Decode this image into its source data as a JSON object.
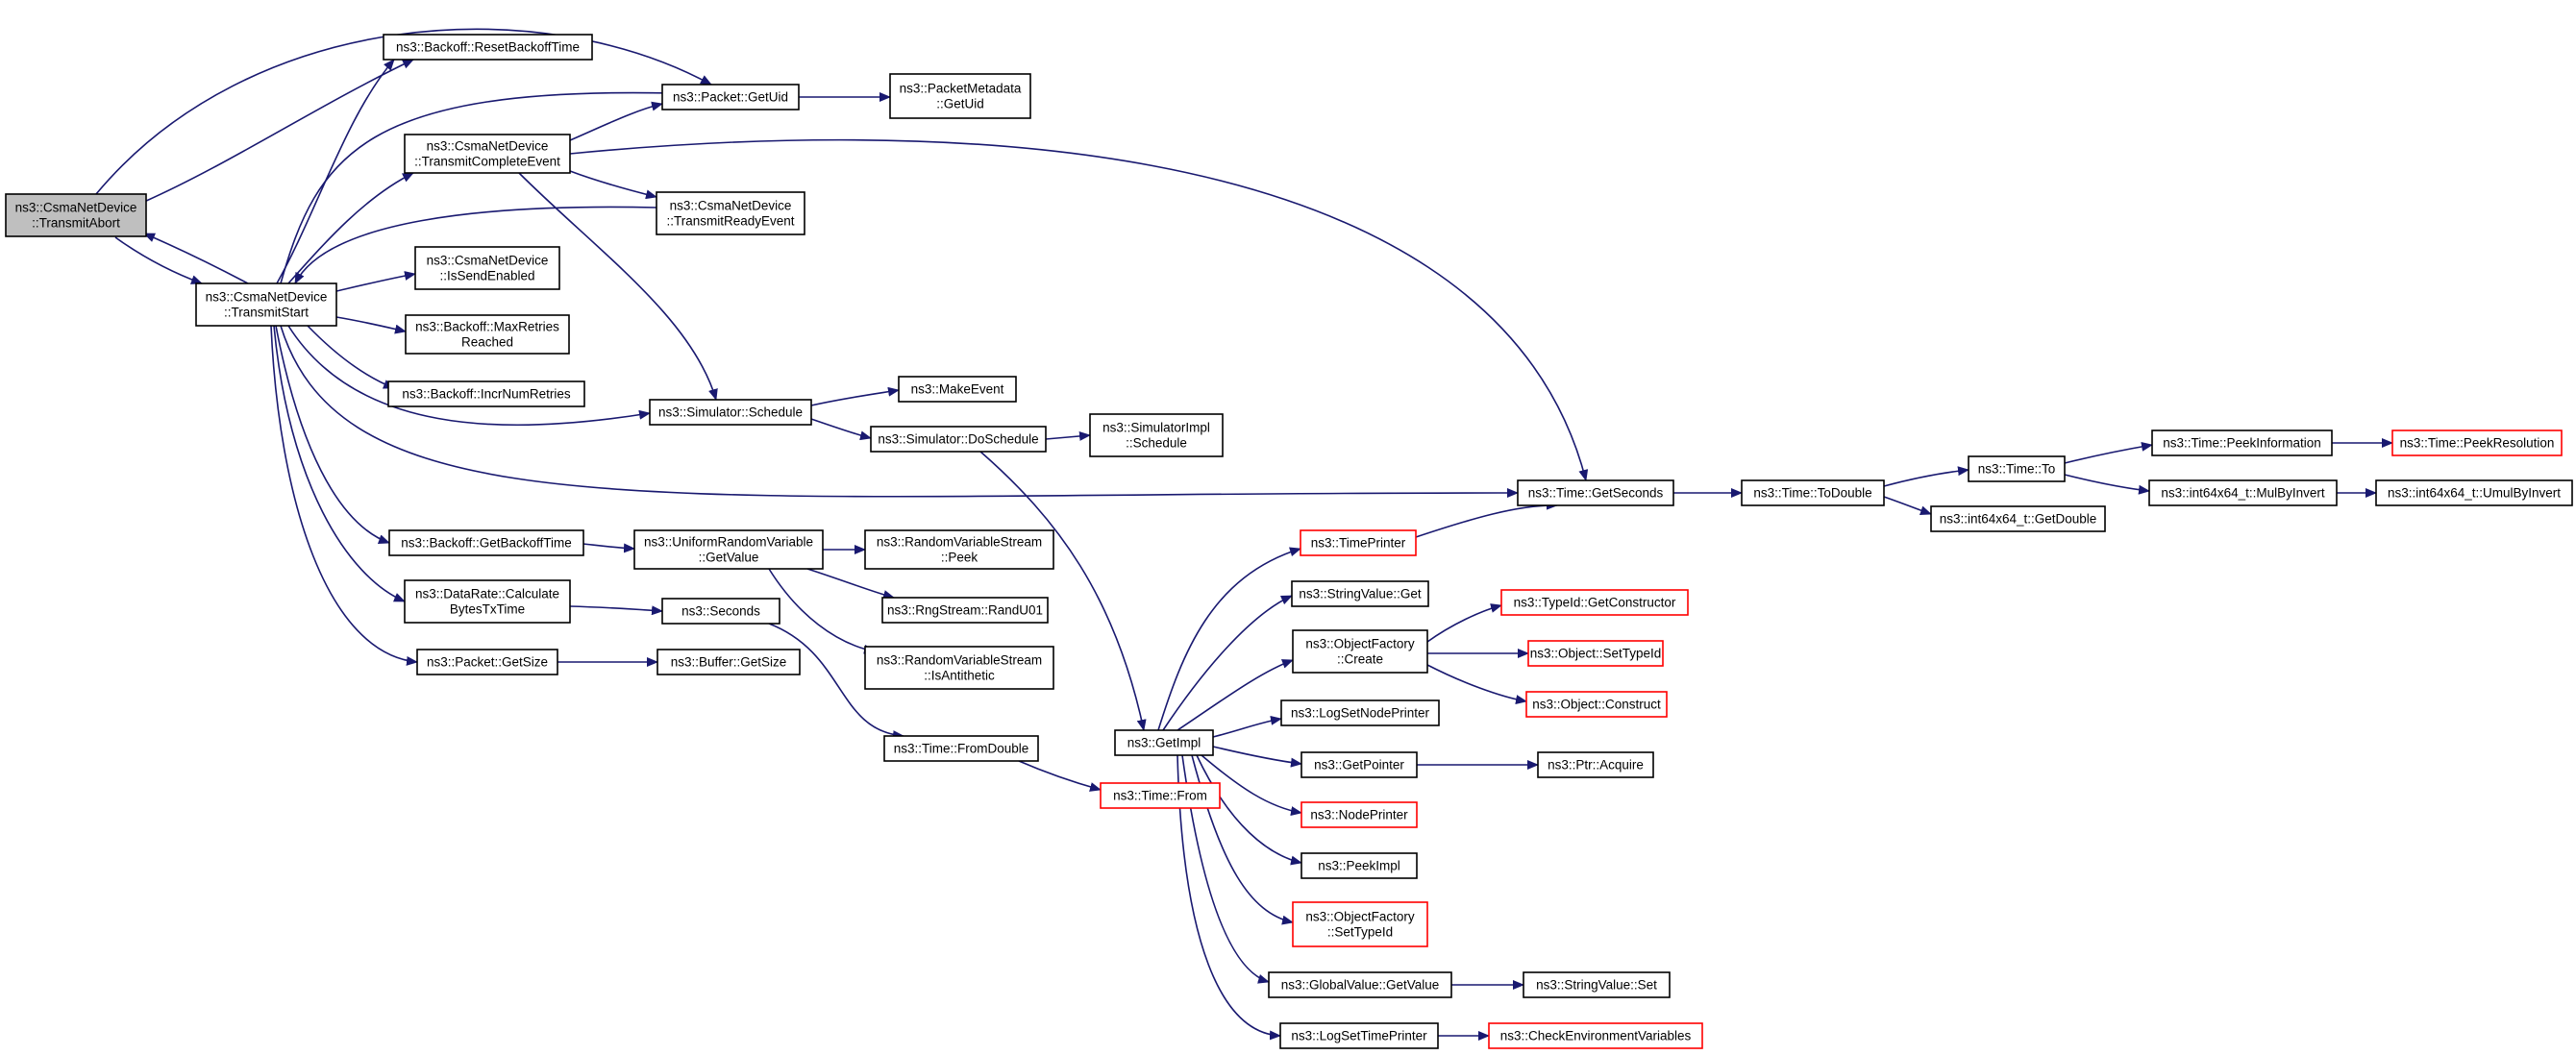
{
  "colors": {
    "edge": "#191970",
    "node_border": "#000000",
    "node_border_external": "#ff0000",
    "node_fill": "#ffffff",
    "focus_fill": "#bfbfbf"
  },
  "nodes": {
    "transmit_abort": {
      "lines": [
        "ns3::CsmaNetDevice",
        "::TransmitAbort"
      ],
      "style": "focus"
    },
    "reset_backoff_time": {
      "lines": [
        "ns3::Backoff::ResetBackoffTime"
      ],
      "style": "normal"
    },
    "packet_get_uid": {
      "lines": [
        "ns3::Packet::GetUid"
      ],
      "style": "normal"
    },
    "packet_metadata_get_uid": {
      "lines": [
        "ns3::PacketMetadata",
        "::GetUid"
      ],
      "style": "normal"
    },
    "transmit_complete_event": {
      "lines": [
        "ns3::CsmaNetDevice",
        "::TransmitCompleteEvent"
      ],
      "style": "normal"
    },
    "transmit_ready_event": {
      "lines": [
        "ns3::CsmaNetDevice",
        "::TransmitReadyEvent"
      ],
      "style": "normal"
    },
    "transmit_start": {
      "lines": [
        "ns3::CsmaNetDevice",
        "::TransmitStart"
      ],
      "style": "normal"
    },
    "is_send_enabled": {
      "lines": [
        "ns3::CsmaNetDevice",
        "::IsSendEnabled"
      ],
      "style": "normal"
    },
    "max_retries_reached": {
      "lines": [
        "ns3::Backoff::MaxRetries",
        "Reached"
      ],
      "style": "normal"
    },
    "incr_num_retries": {
      "lines": [
        "ns3::Backoff::IncrNumRetries"
      ],
      "style": "normal"
    },
    "simulator_schedule": {
      "lines": [
        "ns3::Simulator::Schedule"
      ],
      "style": "normal"
    },
    "make_event": {
      "lines": [
        "ns3::MakeEvent"
      ],
      "style": "normal"
    },
    "simulator_do_schedule": {
      "lines": [
        "ns3::Simulator::DoSchedule"
      ],
      "style": "normal"
    },
    "simulator_impl_schedule": {
      "lines": [
        "ns3::SimulatorImpl",
        "::Schedule"
      ],
      "style": "normal"
    },
    "time_get_seconds": {
      "lines": [
        "ns3::Time::GetSeconds"
      ],
      "style": "normal"
    },
    "time_to_double": {
      "lines": [
        "ns3::Time::ToDouble"
      ],
      "style": "normal"
    },
    "time_to": {
      "lines": [
        "ns3::Time::To"
      ],
      "style": "normal"
    },
    "int64_get_double": {
      "lines": [
        "ns3::int64x64_t::GetDouble"
      ],
      "style": "normal"
    },
    "time_peek_information": {
      "lines": [
        "ns3::Time::PeekInformation"
      ],
      "style": "normal"
    },
    "time_peek_resolution": {
      "lines": [
        "ns3::Time::PeekResolution"
      ],
      "style": "external"
    },
    "int64_mul_by_invert": {
      "lines": [
        "ns3::int64x64_t::MulByInvert"
      ],
      "style": "normal"
    },
    "int64_umul_by_invert": {
      "lines": [
        "ns3::int64x64_t::UmulByInvert"
      ],
      "style": "normal"
    },
    "get_backoff_time": {
      "lines": [
        "ns3::Backoff::GetBackoffTime"
      ],
      "style": "normal"
    },
    "uniform_get_value": {
      "lines": [
        "ns3::UniformRandomVariable",
        "::GetValue"
      ],
      "style": "normal"
    },
    "rvs_peek": {
      "lines": [
        "ns3::RandomVariableStream",
        "::Peek"
      ],
      "style": "normal"
    },
    "rng_stream_rand_u01": {
      "lines": [
        "ns3::RngStream::RandU01"
      ],
      "style": "normal"
    },
    "rvs_is_antithetic": {
      "lines": [
        "ns3::RandomVariableStream",
        "::IsAntithetic"
      ],
      "style": "normal"
    },
    "calculate_bytes_tx_time": {
      "lines": [
        "ns3::DataRate::Calculate",
        "BytesTxTime"
      ],
      "style": "normal"
    },
    "seconds": {
      "lines": [
        "ns3::Seconds"
      ],
      "style": "normal"
    },
    "packet_get_size": {
      "lines": [
        "ns3::Packet::GetSize"
      ],
      "style": "normal"
    },
    "buffer_get_size": {
      "lines": [
        "ns3::Buffer::GetSize"
      ],
      "style": "normal"
    },
    "time_from_double": {
      "lines": [
        "ns3::Time::FromDouble"
      ],
      "style": "normal"
    },
    "time_from": {
      "lines": [
        "ns3::Time::From"
      ],
      "style": "external"
    },
    "get_impl": {
      "lines": [
        "ns3::GetImpl"
      ],
      "style": "normal"
    },
    "time_printer": {
      "lines": [
        "ns3::TimePrinter"
      ],
      "style": "external"
    },
    "string_value_get": {
      "lines": [
        "ns3::StringValue::Get"
      ],
      "style": "normal"
    },
    "object_factory_create": {
      "lines": [
        "ns3::ObjectFactory",
        "::Create"
      ],
      "style": "normal"
    },
    "type_id_get_constructor": {
      "lines": [
        "ns3::TypeId::GetConstructor"
      ],
      "style": "external"
    },
    "object_set_type_id": {
      "lines": [
        "ns3::Object::SetTypeId"
      ],
      "style": "external"
    },
    "object_construct": {
      "lines": [
        "ns3::Object::Construct"
      ],
      "style": "external"
    },
    "log_set_node_printer": {
      "lines": [
        "ns3::LogSetNodePrinter"
      ],
      "style": "normal"
    },
    "get_pointer": {
      "lines": [
        "ns3::GetPointer"
      ],
      "style": "normal"
    },
    "ptr_acquire": {
      "lines": [
        "ns3::Ptr::Acquire"
      ],
      "style": "normal"
    },
    "node_printer": {
      "lines": [
        "ns3::NodePrinter"
      ],
      "style": "external"
    },
    "peek_impl": {
      "lines": [
        "ns3::PeekImpl"
      ],
      "style": "normal"
    },
    "object_factory_set_type_id": {
      "lines": [
        "ns3::ObjectFactory",
        "::SetTypeId"
      ],
      "style": "external"
    },
    "global_value_get_value": {
      "lines": [
        "ns3::GlobalValue::GetValue"
      ],
      "style": "normal"
    },
    "string_value_set": {
      "lines": [
        "ns3::StringValue::Set"
      ],
      "style": "normal"
    },
    "log_set_time_printer": {
      "lines": [
        "ns3::LogSetTimePrinter"
      ],
      "style": "normal"
    },
    "check_environment_variables": {
      "lines": [
        "ns3::CheckEnvironmentVariables"
      ],
      "style": "external"
    }
  }
}
